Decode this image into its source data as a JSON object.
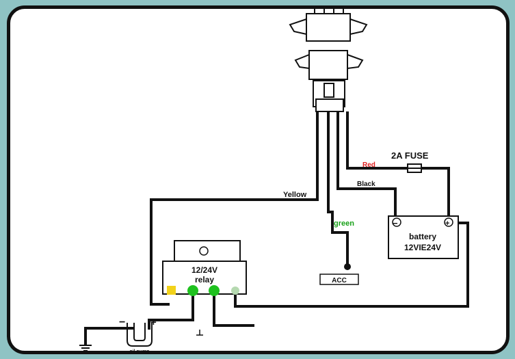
{
  "labels": {
    "fuse": "2A  FUSE",
    "red": "Red",
    "black": "Black",
    "yellow": "Yellow",
    "green": "green",
    "battery_line1": "battery",
    "battery_line2": "12VIE24V",
    "battery_minus": "−",
    "battery_plus": "+",
    "relay_line1": "12/24V",
    "relay_line2": "relay",
    "acc": "ACC",
    "pump": "oil pump",
    "pump_minus": "−",
    "pump_plus": "+"
  },
  "colors": {
    "background": "#8fc3c4",
    "panel": "#ffffff",
    "wire": "#111111",
    "red_label": "#e02020",
    "green_label": "#18a018",
    "pin_yellow": "#f2d21a",
    "pin_green": "#1ec11e",
    "pin_pale": "#b5d9b0"
  }
}
